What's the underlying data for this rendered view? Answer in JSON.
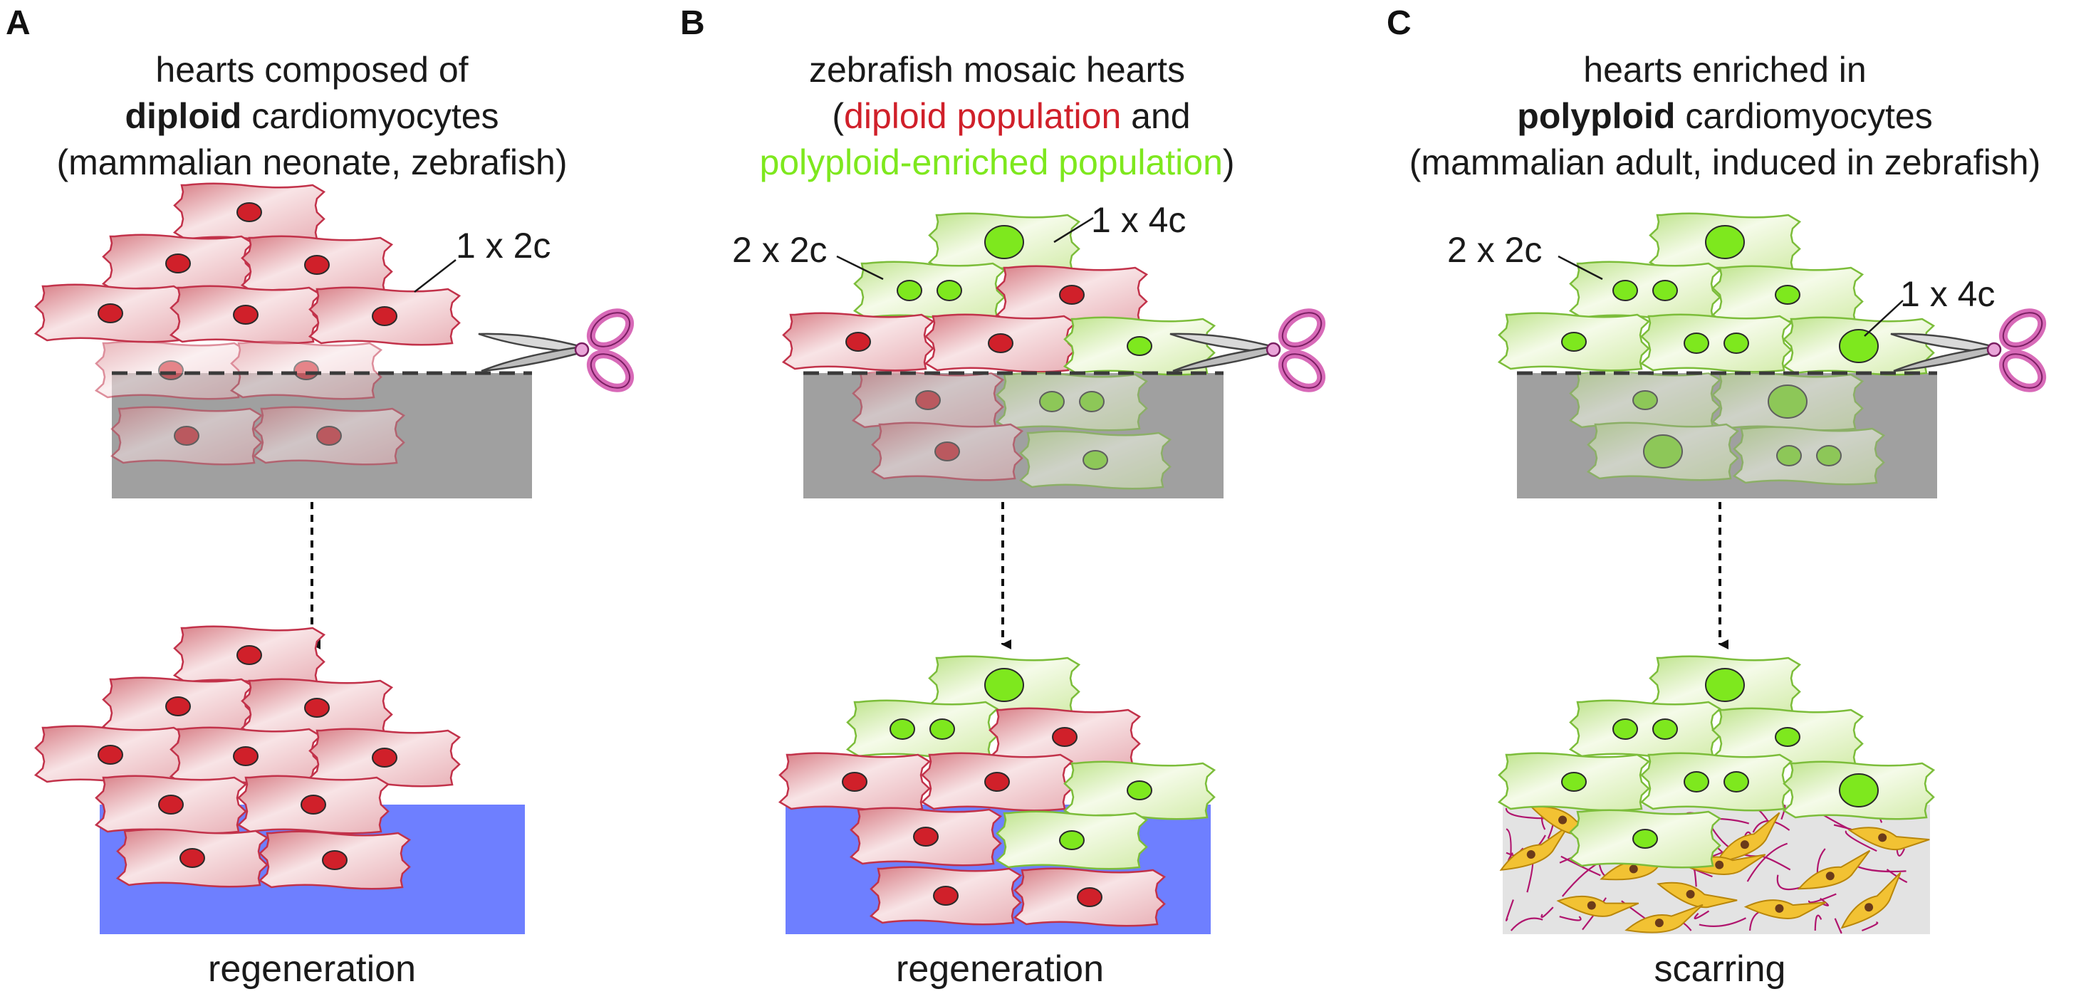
{
  "panels": [
    {
      "letter": "A",
      "title_line1": "hearts composed of",
      "title_bold": "diploid",
      "title_line2_rest": " cardiomyocytes",
      "title_line3": "(mammalian neonate, zebrafish)",
      "callouts": [
        "1 x 2c"
      ],
      "outcome": "regeneration"
    },
    {
      "letter": "B",
      "title_line1": "zebrafish mosaic hearts",
      "title_line2_a": "(",
      "title_line2_red": "diploid population",
      "title_line2_b": " and",
      "title_line3_green": "polyploid-enriched population",
      "title_line3_end": ")",
      "callouts": [
        "2 x 2c",
        "1 x 4c"
      ],
      "outcome": "regeneration"
    },
    {
      "letter": "C",
      "title_line1": "hearts enriched in",
      "title_bold": "polyploid",
      "title_line2_rest": " cardiomyocytes",
      "title_line3": "(mammalian adult, induced in zebrafish)",
      "callouts": [
        "2 x 2c",
        "1 x 4c"
      ],
      "outcome": "scarring"
    }
  ],
  "colors": {
    "diploid_red": "#d0202a",
    "polyploid_green": "#7ee81e",
    "regeneration_blue": "#6e7fff",
    "wound_gray": "#a0a0a0",
    "scar_gray": "#e3e3e3",
    "fibroblast_yellow": "#f2c233",
    "collagen_magenta": "#b0156e",
    "scissors_pink": "#d86ab8"
  },
  "icons": [
    "scissors-icon",
    "arrow-down-icon",
    "cardiomyocyte-icon",
    "fibroblast-icon"
  ]
}
